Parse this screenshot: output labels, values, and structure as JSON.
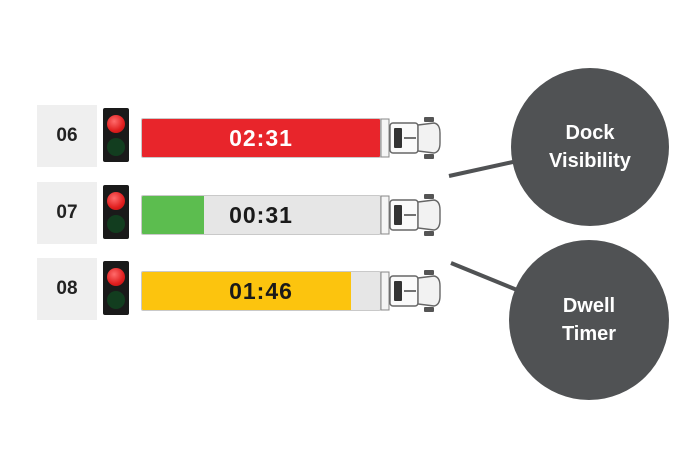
{
  "docks": [
    {
      "number": "06",
      "timer": "02:31",
      "fill_percent": 100,
      "fill_color": "#e8252b",
      "timer_color": "#ffffff"
    },
    {
      "number": "07",
      "timer": "00:31",
      "fill_percent": 26,
      "fill_color": "#5cbd4f",
      "timer_color": "#1a1a1a"
    },
    {
      "number": "08",
      "timer": "01:46",
      "fill_percent": 88,
      "fill_color": "#fcc40e",
      "timer_color": "#1a1a1a"
    }
  ],
  "callouts": {
    "dock_visibility": "Dock\nVisibility",
    "dwell_timer": "Dwell\nTimer"
  },
  "colors": {
    "bubble": "#505254",
    "connector": "#505254",
    "trailer_background": "#e6e6e6",
    "dock_number_background": "#efefef"
  },
  "icons": {
    "traffic_light": "traffic-light-icon",
    "truck": "truck-cab-icon"
  }
}
